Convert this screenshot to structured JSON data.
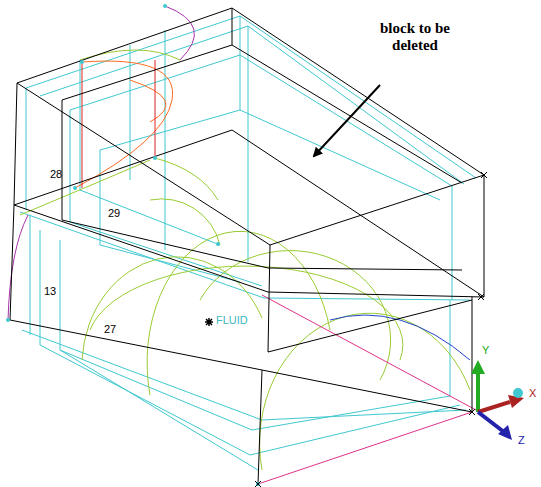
{
  "diagram": {
    "labels": [
      "block to be deleted",
      "28",
      "29",
      "13",
      "27",
      "FLUID",
      "Y",
      "X",
      "Z"
    ]
  }
}
